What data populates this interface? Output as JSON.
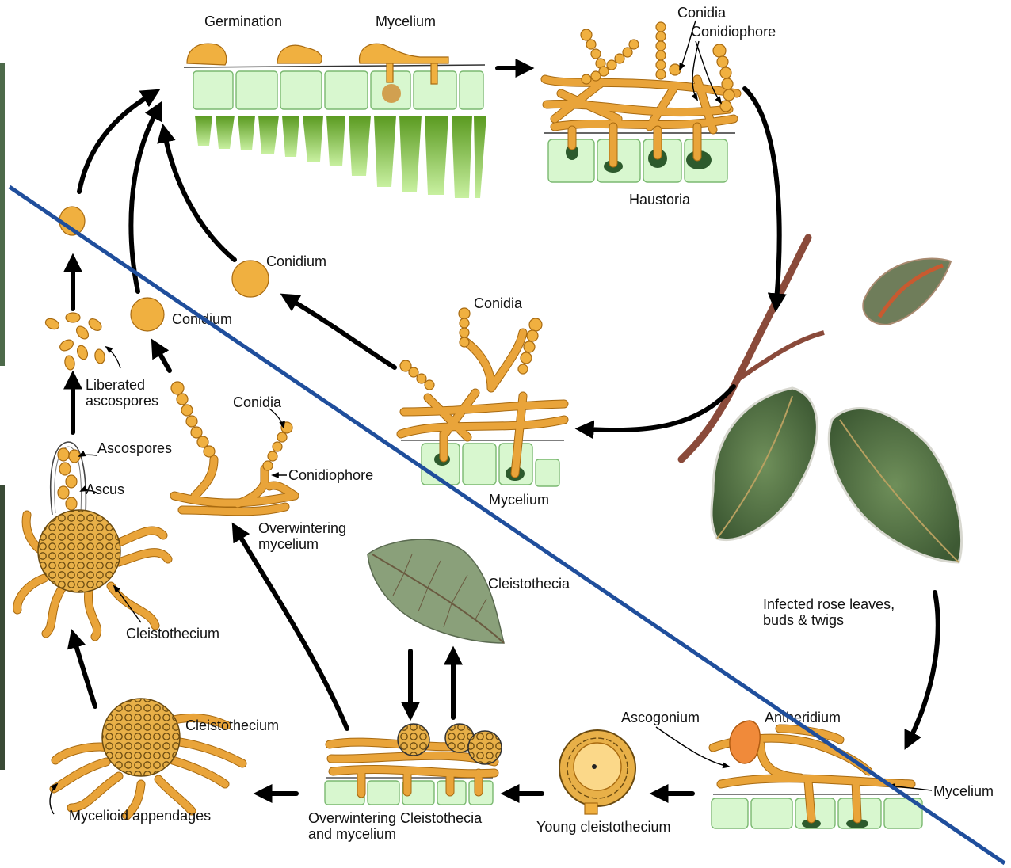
{
  "labels": {
    "germination": "Germination",
    "mycelium_top": "Mycelium",
    "conidia_top": "Conidia",
    "conidiophore_top": "Conidiophore",
    "haustoria": "Haustoria",
    "conidium_center": "Conidium",
    "conidium_left": "Conidium",
    "conidia_mid": "Conidia",
    "mycelium_mid": "Mycelium",
    "liberated_ascospores": [
      "Liberated",
      "ascospores"
    ],
    "ascospores": "Ascospores",
    "ascus": "Ascus",
    "cleistothecium_upper": "Cleistothecium",
    "conidia_left": "Conidia",
    "conidiophore_left": "Conidiophore",
    "overwintering_mycelium": [
      "Overwintering",
      "mycelium"
    ],
    "cleistothecia_leaf": "Cleistothecia",
    "infected_rose": [
      "Infected rose leaves,",
      "buds & twigs"
    ],
    "ascogonium": "Ascogonium",
    "antheridium": "Antheridium",
    "mycelium_right": "Mycelium",
    "young_cleistothecium": "Young cleistothecium",
    "overwintering_cleistothecia": [
      "Overwintering Cleistothecia",
      "and mycelium"
    ],
    "cleistothecium_lower": "Cleistothecium",
    "mycelioid_appendages": "Mycelioid appendages"
  },
  "colors": {
    "fungus": "#f0b040",
    "fungus_outline": "#a86a10",
    "leaf_cell": "#d8f7cf",
    "palisade": "#7fc040",
    "arrow": "#000000",
    "divider_line": "#1f4e9c"
  }
}
